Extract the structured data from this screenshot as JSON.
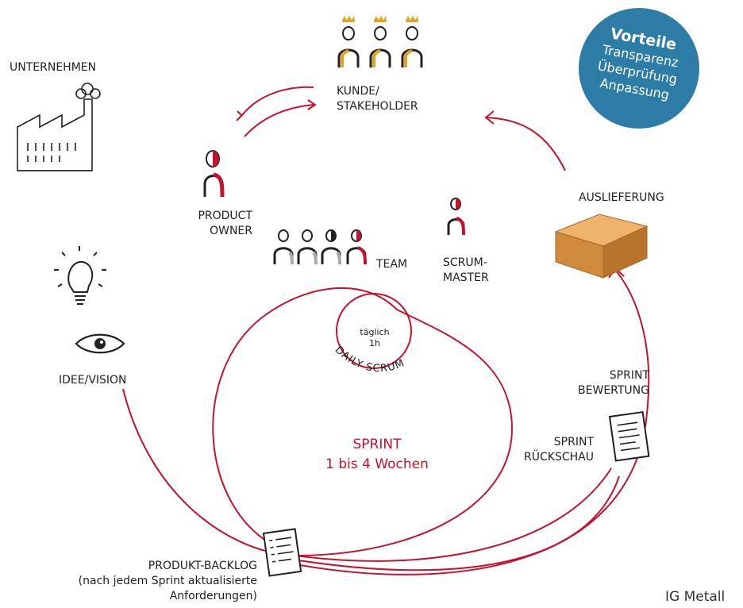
{
  "labels": {
    "unternehmen": "UNTERNEHMEN",
    "kunde_line1": "KUNDE/",
    "kunde_line2": "STAKEHOLDER",
    "product_owner_line1": "PRODUCT",
    "product_owner_line2": "OWNER",
    "team": "TEAM",
    "scrum_master_line1": "SCRUM-",
    "scrum_master_line2": "MASTER",
    "auslieferung": "AUSLIEFERUNG",
    "idee_vision": "IDEE/VISION",
    "daily_freq_line1": "täglich",
    "daily_freq_line2": "1h",
    "daily_scrum": "DAILY SCRUM",
    "sprint_title": "SPRINT",
    "sprint_duration": "1 bis 4 Wochen",
    "sprint_bewertung_line1": "SPRINT",
    "sprint_bewertung_line2": "BEWERTUNG",
    "sprint_rueckschau_line1": "SPRINT",
    "sprint_rueckschau_line2": "RÜCKSCHAU",
    "backlog_line1": "PRODUKT-BACKLOG",
    "backlog_line2": "(nach jedem Sprint aktualisierte",
    "backlog_line3": "Anforderungen)"
  },
  "badge": {
    "title": "Vorteile",
    "items": [
      "Transparenz",
      "Überprüfung",
      "Anpassung"
    ]
  },
  "credit": "IG Metall",
  "colors": {
    "cycle_red": "#c2132f",
    "badge_blue": "#2d7ca8",
    "crown_gold": "#e0a526",
    "box_orange": "#d08a3c"
  },
  "icons": [
    "factory-icon",
    "lightbulb-icon",
    "eye-icon",
    "crowned-person-icon",
    "person-icon",
    "box-icon",
    "document-icon"
  ]
}
